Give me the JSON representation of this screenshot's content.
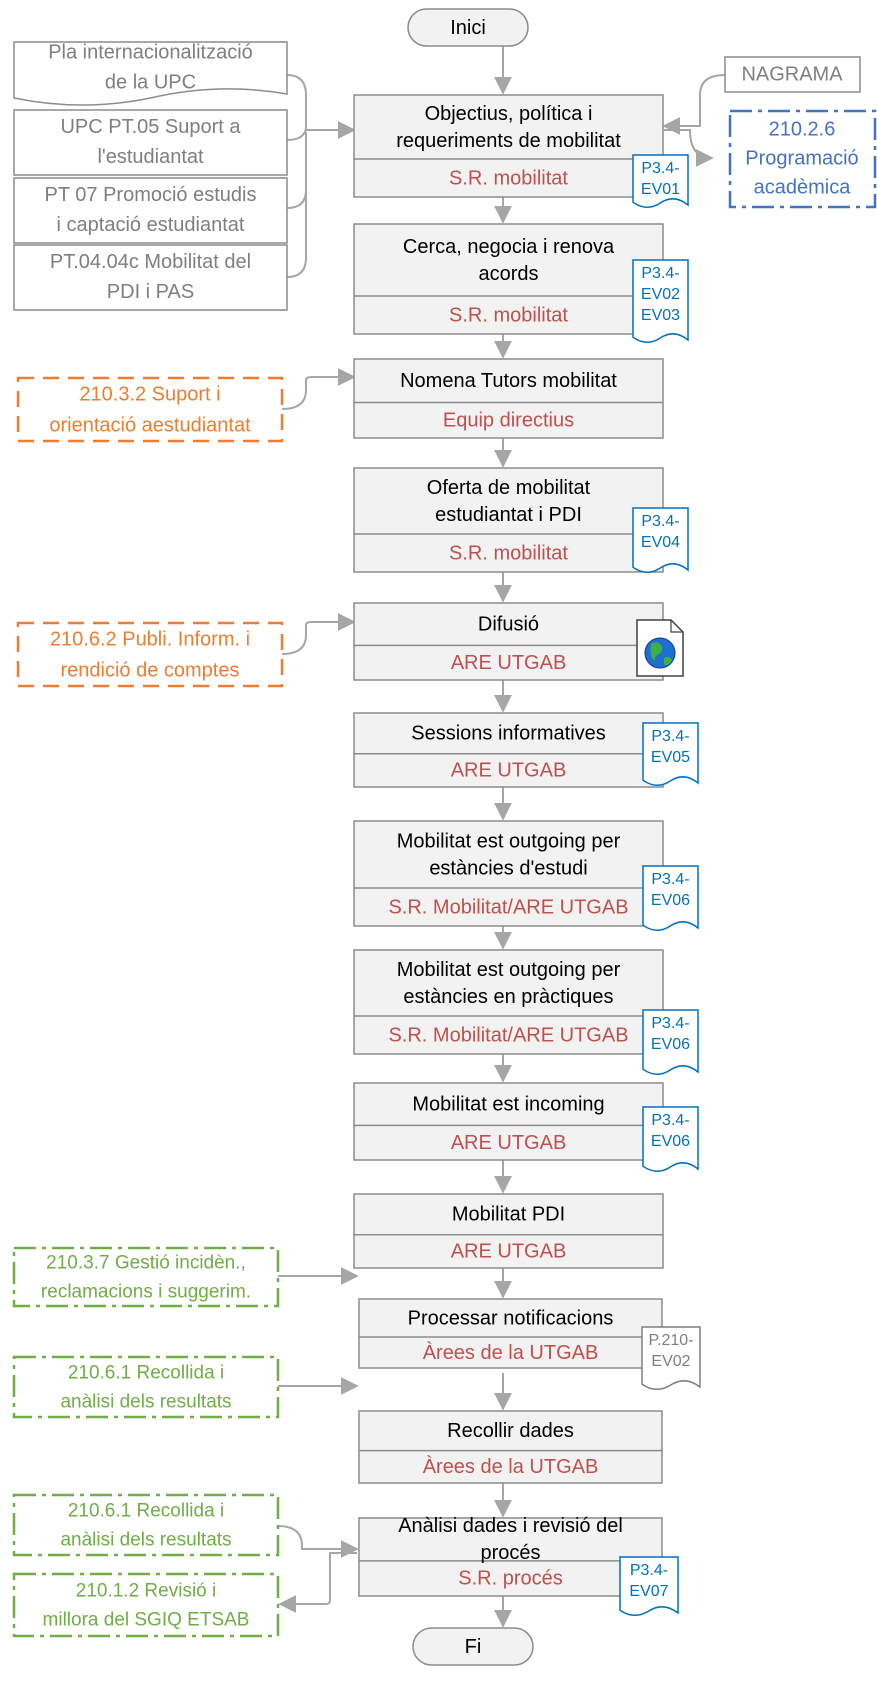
{
  "start_label": "Inici",
  "end_label": "Fi",
  "inputs_top_left": [
    {
      "lines": [
        "Pla internacionalització",
        "de la UPC"
      ]
    },
    {
      "lines": [
        "UPC PT.05 Suport a",
        "l'estudiantat"
      ]
    },
    {
      "lines": [
        "PT 07 Promoció estudis",
        "i captació estudiantat"
      ]
    },
    {
      "lines": [
        "PT.04.04c Mobilitat del",
        "PDI i PAS"
      ]
    }
  ],
  "nagrama_label": "NAGRAMA",
  "program_ref": {
    "lines": [
      "210.2.6",
      "Programació",
      "acadèmica"
    ]
  },
  "steps": [
    {
      "title": [
        "Objectius, política i",
        "requeriments de mobilitat"
      ],
      "owner": "S.R. mobilitat",
      "evidence": [
        "P3.4-",
        "EV01"
      ]
    },
    {
      "title": [
        "Cerca, negocia i renova",
        "acords"
      ],
      "owner": "S.R. mobilitat",
      "evidence": [
        "P3.4-",
        "EV02",
        "EV03"
      ]
    },
    {
      "title": [
        "Nomena Tutors mobilitat"
      ],
      "owner": "Equip directius",
      "evidence": []
    },
    {
      "title": [
        "Oferta de mobilitat",
        "estudiantat i PDI"
      ],
      "owner": "S.R. mobilitat",
      "evidence": [
        "P3.4-",
        "EV04"
      ]
    },
    {
      "title": [
        "Difusió"
      ],
      "owner": "ARE UTGAB",
      "evidence": [],
      "web_icon": "globe-document-icon"
    },
    {
      "title": [
        "Sessions informatives"
      ],
      "owner": "ARE UTGAB",
      "evidence": [
        "P3.4-",
        "EV05"
      ]
    },
    {
      "title": [
        "Mobilitat est outgoing per",
        "estàncies d'estudi"
      ],
      "owner": "S.R. Mobilitat/ARE UTGAB",
      "evidence": [
        "P3.4-",
        "EV06"
      ]
    },
    {
      "title": [
        "Mobilitat est outgoing per",
        "estàncies en pràctiques"
      ],
      "owner": "S.R. Mobilitat/ARE UTGAB",
      "evidence": [
        "P3.4-",
        "EV06"
      ]
    },
    {
      "title": [
        "Mobilitat est incoming"
      ],
      "owner": "ARE UTGAB",
      "evidence": [
        "P3.4-",
        "EV06"
      ]
    },
    {
      "title": [
        "Mobilitat PDI"
      ],
      "owner": "ARE UTGAB",
      "evidence": []
    },
    {
      "title": [
        "Processar notificacions"
      ],
      "owner": "Àrees de la UTGAB",
      "evidence": [
        "P.210-",
        "EV02"
      ]
    },
    {
      "title": [
        "Recollir dades"
      ],
      "owner": "Àrees de la UTGAB",
      "evidence": []
    },
    {
      "title": [
        "Anàlisi dades i revisió del",
        "procés"
      ],
      "owner": "S.R. procés",
      "evidence": [
        "P3.4-",
        "EV07"
      ]
    }
  ],
  "orange_refs": [
    {
      "lines": [
        "210.3.2 Suport i",
        "orientació aestudiantat"
      ]
    },
    {
      "lines": [
        "210.6.2 Publi. Inform. i",
        "rendició de comptes"
      ]
    }
  ],
  "green_refs": [
    {
      "lines": [
        "210.3.7 Gestió incidèn.,",
        "reclamacions i suggerim."
      ]
    },
    {
      "lines": [
        "210.6.1 Recollida i",
        "anàlisi dels resultats"
      ]
    },
    {
      "lines": [
        "210.6.1 Recollida i",
        "anàlisi dels resultats"
      ]
    },
    {
      "lines": [
        "210.1.2 Revisió i",
        "millora del SGIQ ETSAB"
      ]
    }
  ],
  "colors": {
    "box_fill": "#f2f2f2",
    "box_stroke": "#8c8c8c",
    "owner_text": "#c0504d",
    "evidence_text": "#0070c0",
    "connector": "#a6a6a6",
    "input_text": "#7f7f7f",
    "blue_ref": "#4472c4",
    "orange_ref": "#ed7d31",
    "green_ref": "#70ad47",
    "title_text": "#000000"
  }
}
